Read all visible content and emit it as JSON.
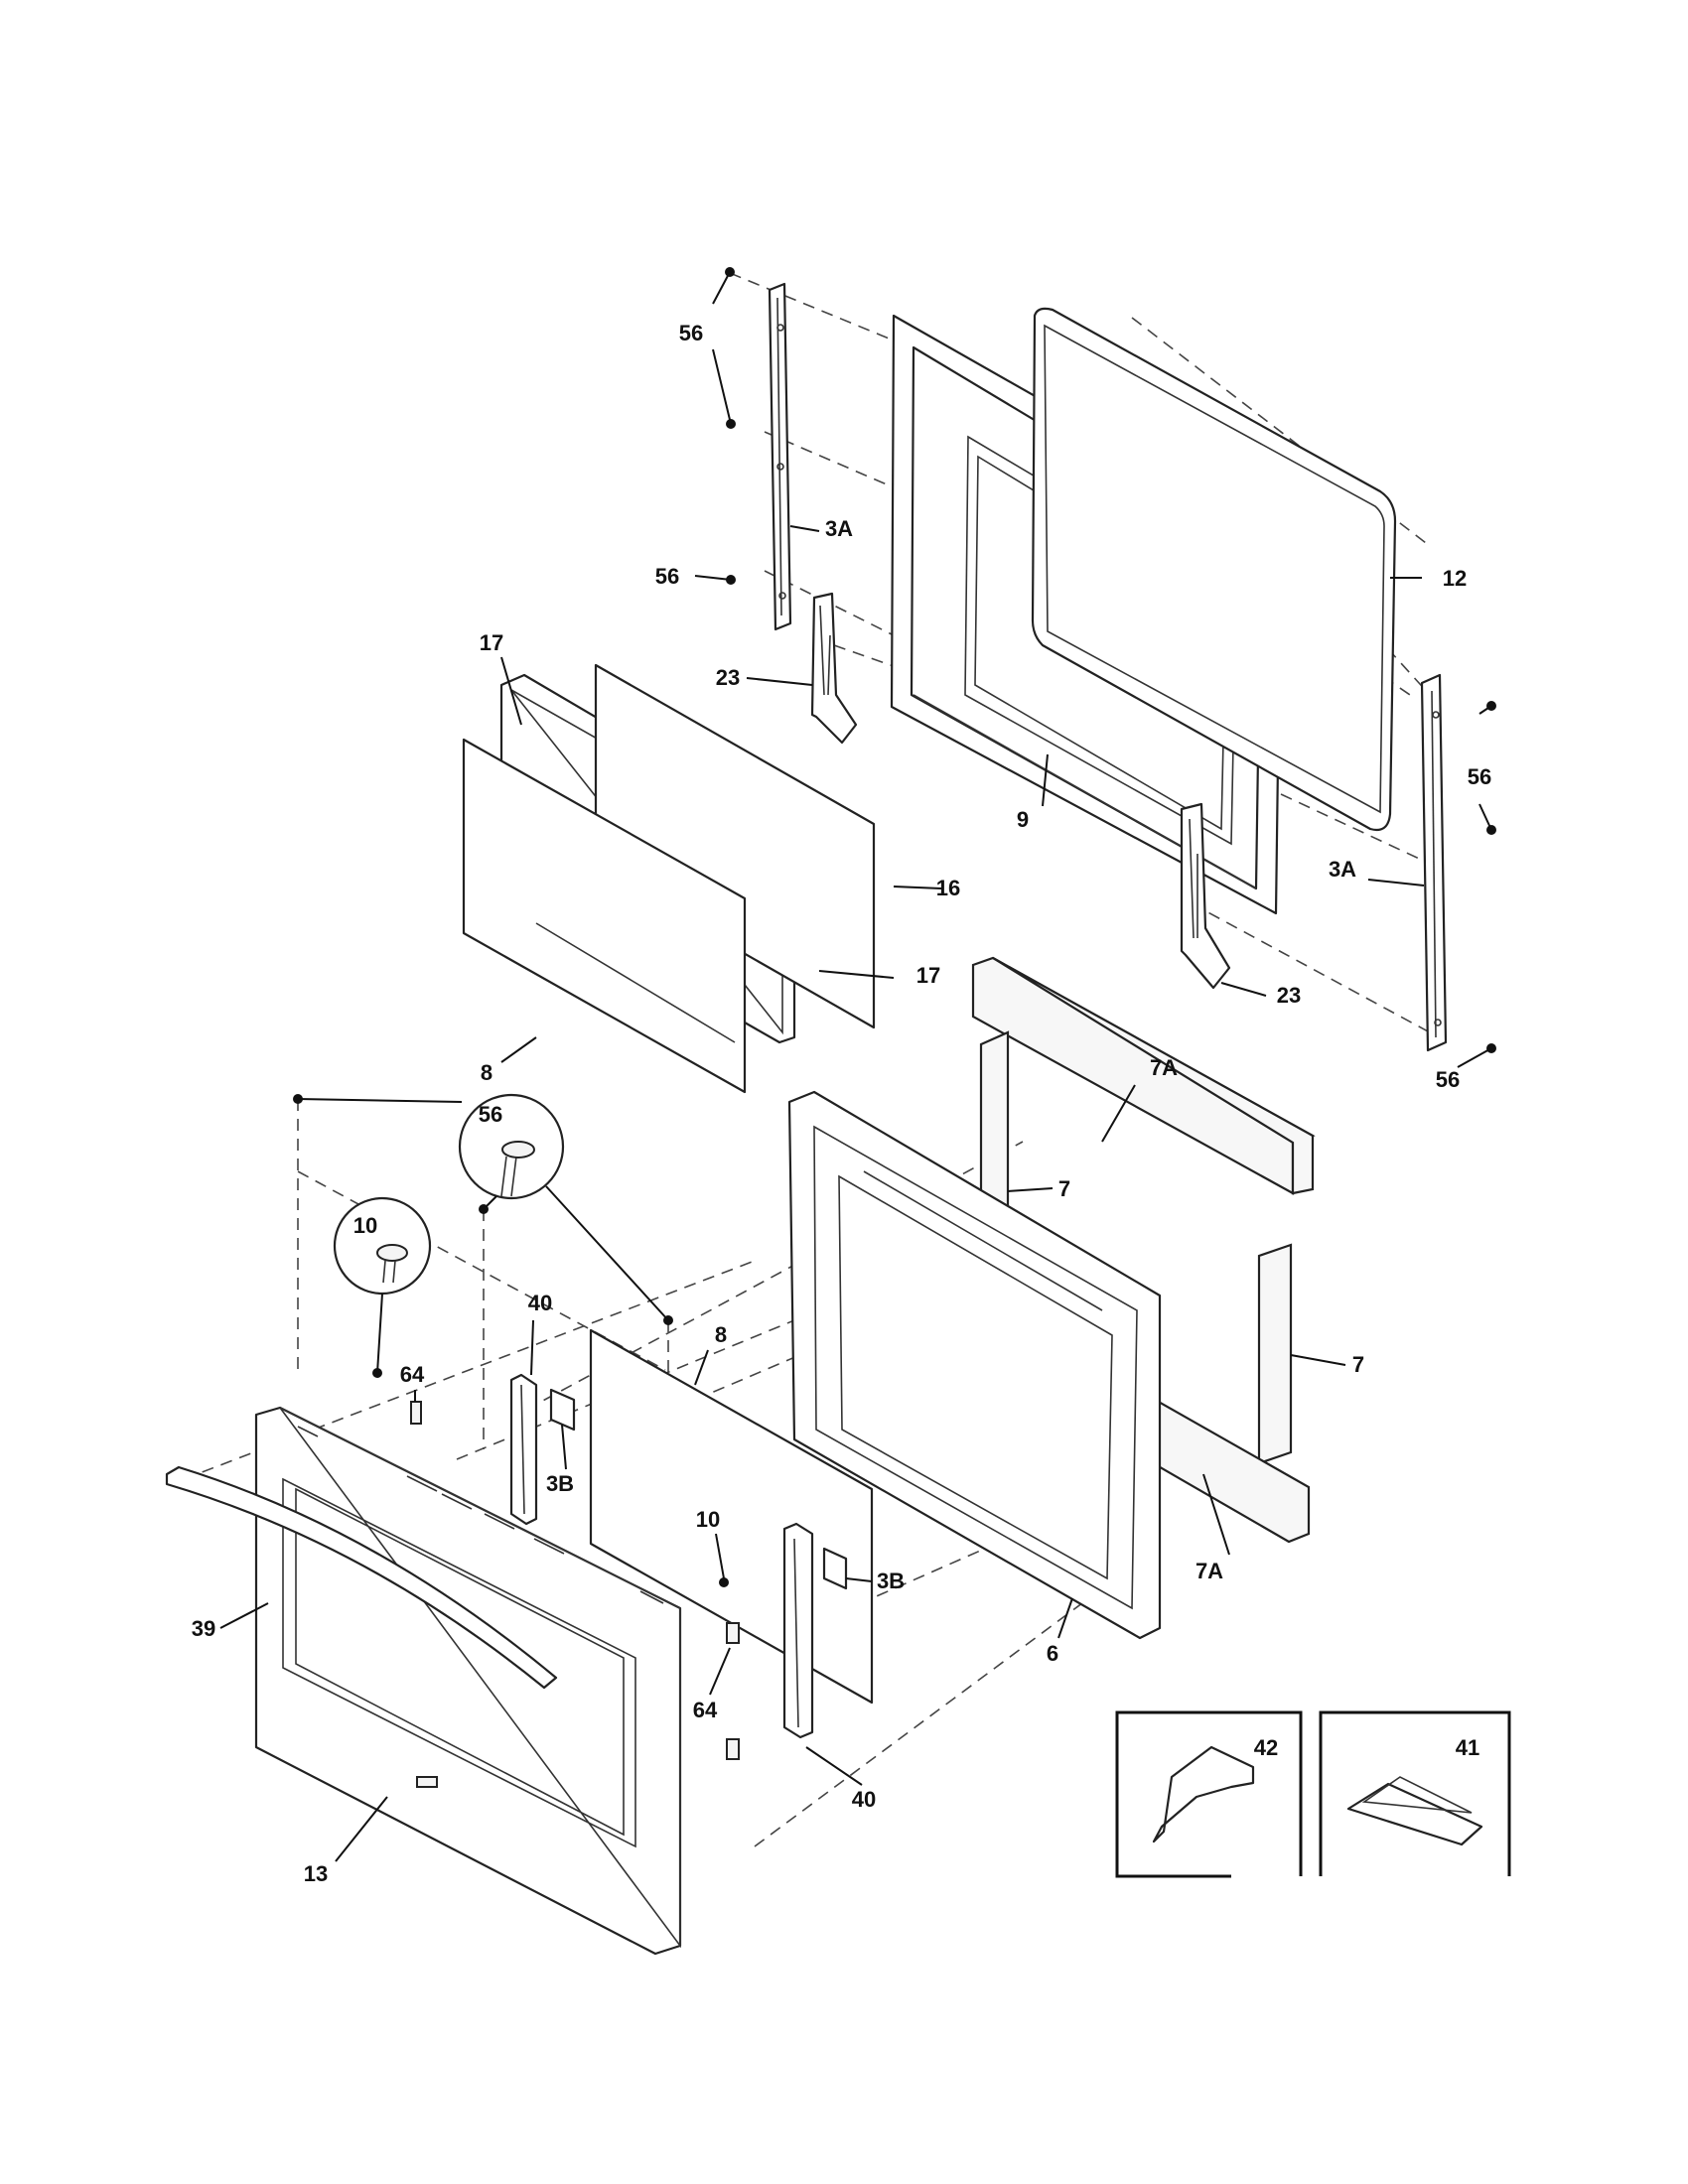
{
  "labels": {
    "l56a": "56",
    "l3A1": "3A",
    "l56b": "56",
    "l12": "12",
    "l23a": "23",
    "l17a": "17",
    "l9": "9",
    "l16": "16",
    "l56c": "56",
    "l3A2": "3A",
    "l17b": "17",
    "l23b": "23",
    "l8a": "8",
    "l56d": "56",
    "l7A1": "7A",
    "l56e": "56",
    "l7a": "7",
    "l10a": "10",
    "l40a": "40",
    "l8b": "8",
    "l64a": "64",
    "l7b": "7",
    "l3Ba": "3B",
    "l10b": "10",
    "l3Bb": "3B",
    "l39": "39",
    "l7A2": "7A",
    "l6": "6",
    "l64b": "64",
    "l40b": "40",
    "l13": "13",
    "l42": "42",
    "l41": "41"
  }
}
